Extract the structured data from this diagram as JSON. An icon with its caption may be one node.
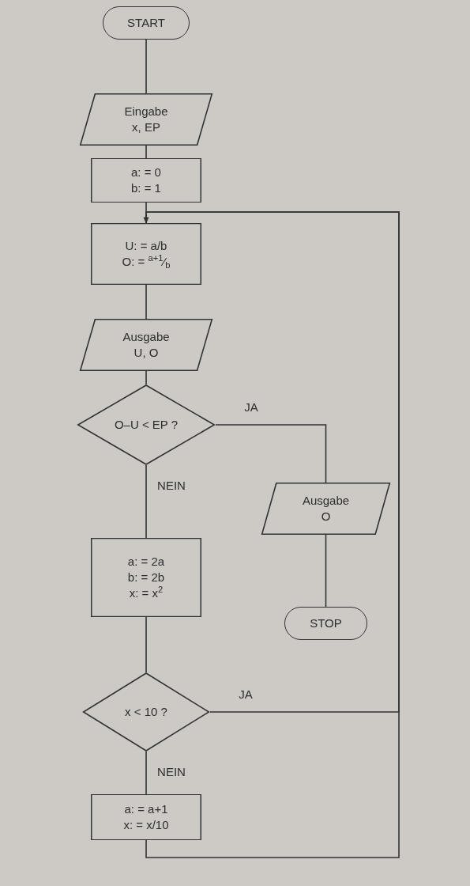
{
  "diagram": {
    "nodes": [
      {
        "text": [
          "START"
        ]
      },
      {
        "text": [
          "Eingabe",
          "x, EP"
        ]
      },
      {
        "text": [
          "a: = 0",
          "b: = 1"
        ]
      },
      {
        "text": [
          "U: = a/b",
          "O: = $^{a+1}$⁄$_{b}$"
        ]
      },
      {
        "text": [
          "Ausgabe",
          "U, O"
        ]
      },
      {
        "text": [
          "O–U < EP ?"
        ]
      },
      {
        "text": [
          "Ausgabe",
          "O"
        ]
      },
      {
        "text": [
          "STOP"
        ]
      },
      {
        "text": [
          "a: = 2a",
          "b: = 2b",
          "x: = x$^{2}$"
        ]
      },
      {
        "text": [
          "x < 10 ?"
        ]
      },
      {
        "text": [
          "a: = a+1",
          "x: = x/10"
        ]
      }
    ],
    "edges": [
      {
        "from": 0,
        "to": 1,
        "arrow": "none"
      },
      {
        "from": 1,
        "to": 2,
        "arrow": "none"
      },
      {
        "from": 2,
        "to": 3,
        "arrow": "none"
      },
      {
        "from": 3,
        "to": 4,
        "arrow": "none"
      },
      {
        "from": 4,
        "to": 5,
        "arrow": "none"
      },
      {
        "from": 5,
        "to": 6,
        "arrow": "none",
        "label": "JA"
      },
      {
        "from": 6,
        "to": 7,
        "arrow": "none"
      },
      {
        "from": 5,
        "to": 8,
        "arrow": "none",
        "label": "NEIN"
      },
      {
        "from": 8,
        "to": 9,
        "arrow": "none"
      },
      {
        "from": 9,
        "to": 3,
        "arrow": "to",
        "label": "JA"
      },
      {
        "from": 9,
        "to": 10,
        "arrow": "none",
        "label": "NEIN"
      },
      {
        "from": 10,
        "to": 3,
        "arrow": "to"
      }
    ]
  }
}
